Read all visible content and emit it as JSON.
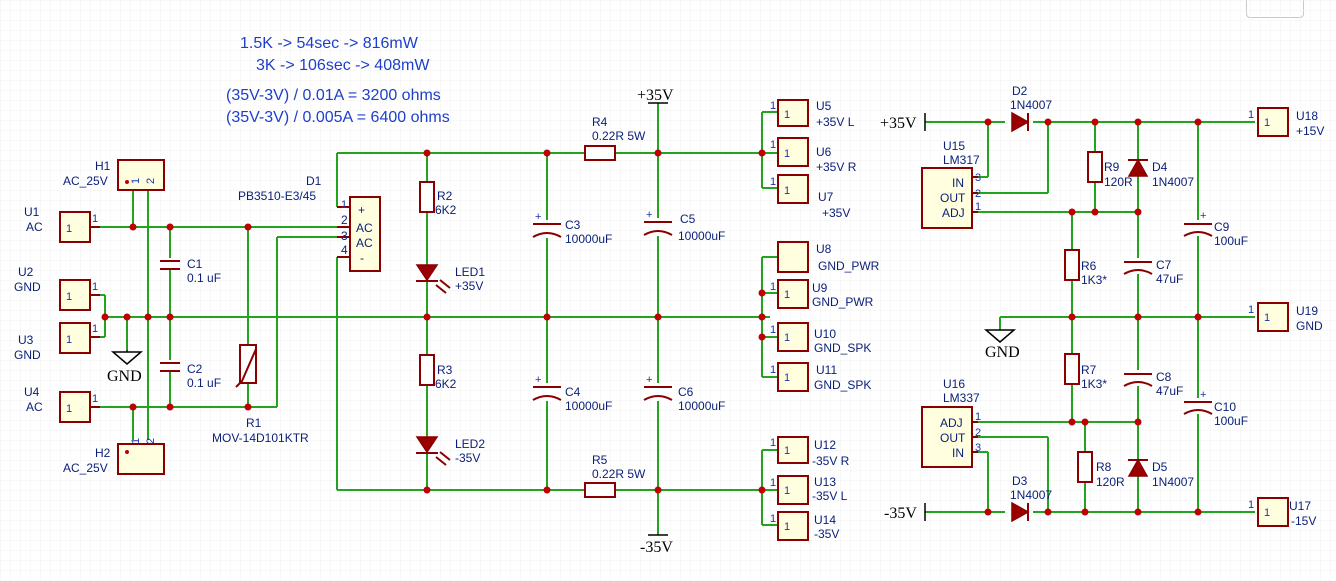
{
  "notes": [
    "1.5K -> 54sec -> 816mW",
    "3K -> 106sec -> 408mW",
    "(35V-3V) / 0.01A = 3200 ohms",
    "(35V-3V) / 0.005A = 6400 ohms"
  ],
  "power_labels": {
    "plus35_top": "+35V",
    "minus35_bottom": "-35V",
    "plus35_right": "+35V",
    "minus35_right": "-35V",
    "gnd_left": "GND",
    "gnd_right": "GND"
  },
  "labels": {
    "H1": "H1",
    "H1_val": "AC_25V",
    "H2": "H2",
    "H2_val": "AC_25V",
    "U1": "U1",
    "U1_net": "AC",
    "U2": "U2",
    "U2_net": "GND",
    "U3": "U3",
    "U3_net": "GND",
    "U4": "U4",
    "U4_net": "AC",
    "D1": "D1",
    "D1_val": "PB3510-E3/45",
    "C1": "C1",
    "C1_val": "0.1 uF",
    "C2": "C2",
    "C2_val": "0.1 uF",
    "R1": "R1",
    "R1_val": "MOV-14D101KTR",
    "R2": "R2",
    "R2_val": "6K2",
    "R3": "R3",
    "R3_val": "6K2",
    "LED1": "LED1",
    "LED1_val": "+35V",
    "LED2": "LED2",
    "LED2_val": "-35V",
    "C3": "C3",
    "C3_val": "10000uF",
    "C4": "C4",
    "C4_val": "10000uF",
    "C5": "C5",
    "C5_val": "10000uF",
    "C6": "C6",
    "C6_val": "10000uF",
    "R4": "R4",
    "R4_val": "0.22R 5W",
    "R5": "R5",
    "R5_val": "0.22R 5W",
    "U5": "U5",
    "U5_net": "+35V L",
    "U6": "U6",
    "U6_net": "+35V R",
    "U7": "U7",
    "U7_net": "+35V",
    "U8": "U8",
    "U8_net": "GND_PWR",
    "U9": "U9",
    "U9_net": "GND_PWR",
    "U10": "U10",
    "U10_net": "GND_SPK",
    "U11": "U11",
    "U11_net": "GND_SPK",
    "U12": "U12",
    "U12_net": "-35V R",
    "U13": "U13",
    "U13_net": "-35V L",
    "U14": "U14",
    "U14_net": "-35V",
    "D2": "D2",
    "D2_val": "1N4007",
    "D3": "D3",
    "D3_val": "1N4007",
    "D4": "D4",
    "D4_val": "1N4007",
    "D5": "D5",
    "D5_val": "1N4007",
    "U15": "U15",
    "U15_val": "LM317",
    "U16": "U16",
    "U16_val": "LM337",
    "R6": "R6",
    "R6_val": "1K3*",
    "R7": "R7",
    "R7_val": "1K3*",
    "R8": "R8",
    "R8_val": "120R",
    "R9": "R9",
    "R9_val": "120R",
    "C7": "C7",
    "C7_val": "47uF",
    "C8": "C8",
    "C8_val": "47uF",
    "C9": "C9",
    "C9_val": "100uF",
    "C10": "C10",
    "C10_val": "100uF",
    "U17": "U17",
    "U17_net": "-15V",
    "U18": "U18",
    "U18_net": "+15V",
    "U19": "U19",
    "U19_net": "GND"
  },
  "pins": {
    "one": "1",
    "two": "2",
    "three": "3",
    "four": "4",
    "plus": "+",
    "minus": "-",
    "ac": "AC",
    "in": "IN",
    "out": "OUT",
    "adj": "ADJ"
  }
}
